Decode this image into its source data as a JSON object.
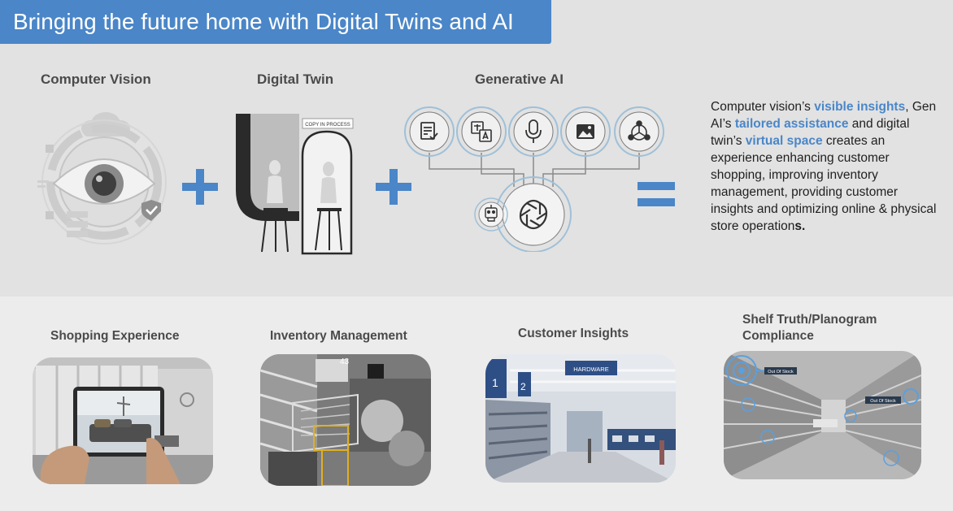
{
  "title": "Bringing the future home with Digital Twins and AI",
  "sections": {
    "computer_vision": "Computer Vision",
    "digital_twin": "Digital Twin",
    "generative_ai": "Generative AI"
  },
  "twin_tag": "COPY IN PROCESS",
  "description": {
    "p1": "Computer vision’s ",
    "h1": "visible insights",
    "p2": ", Gen AI’s ",
    "h2": "tailored assistance",
    "p3": "  and digital twin’s ",
    "h3": "virtual space",
    "p4": " creates an experience enhancing customer shopping, improving inventory management, providing customer insights and  optimizing online & physical store operation",
    "p5": "s."
  },
  "use_cases": {
    "shopping": "Shopping Experience",
    "inventory": "Inventory Management",
    "insights": "Customer Insights",
    "shelf": "Shelf Truth/Planogram Compliance"
  },
  "insights_sign": "HARDWARE",
  "insights_aisle_numbers": [
    "1",
    "2"
  ],
  "inventory_rack_number": "43",
  "shelf_tags": [
    "Out Of Stock",
    "Out Of Stock"
  ],
  "colors": {
    "accent": "#4a86c8",
    "text": "#1f1f1f",
    "label": "#4a4a4a"
  },
  "icons": [
    "cloud-icon",
    "eye-icon",
    "shield-check-icon",
    "document-check-icon",
    "translate-icon",
    "microphone-icon",
    "image-icon",
    "molecule-icon",
    "ai-knot-icon",
    "robot-head-icon"
  ]
}
